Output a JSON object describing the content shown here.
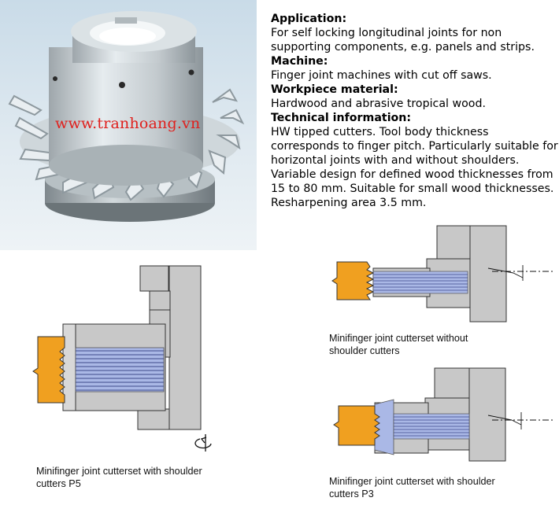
{
  "photo": {
    "watermark": "www.tranhoang.vn"
  },
  "spec": {
    "application_heading": "Application:",
    "application_text": "For self locking longitudinal joints for non supporting components, e.g. panels and strips.",
    "machine_heading": "Machine:",
    "machine_text": "Finger joint machines with cut off saws.",
    "workpiece_heading": "Workpiece material:",
    "workpiece_text": "Hardwood and abrasive tropical wood.",
    "technical_heading": "Technical information:",
    "technical_text": "HW tipped cutters. Tool body thickness corresponds to finger pitch. Particularly suitable for horizontal joints with and without shoulders. Variable design for defined wood thicknesses from 15 to 80 mm. Suitable for small wood thicknesses. Resharpening area 3.5 mm."
  },
  "figures": {
    "p5_caption_line1": "Minifinger joint cutterset with shoulder",
    "p5_caption_line2": "cutters P5",
    "no_shoulder_caption_line1": "Minifinger joint cutterset without",
    "no_shoulder_caption_line2": "shoulder cutters",
    "p3_caption_line1": "Minifinger joint cutterset with shoulder",
    "p3_caption_line2": "cutters P3"
  },
  "colors": {
    "wood": "#f0a020",
    "body_grey": "#c8c8c8",
    "dark_grey": "#6e6e6e",
    "blade_blue": "#aab8e6",
    "watermark_red": "#e0201d"
  }
}
